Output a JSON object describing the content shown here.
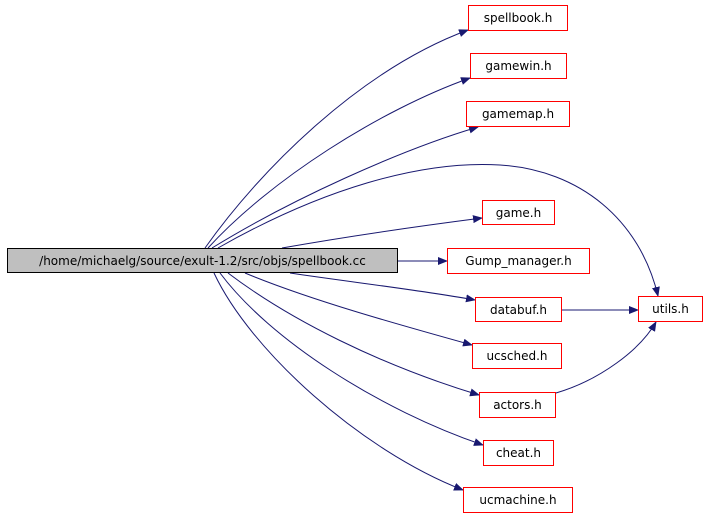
{
  "main_file": "/home/michaelg/source/exult-1.2/src/objs/spellbook.cc",
  "includes": {
    "spellbook": "spellbook.h",
    "gamewin": "gamewin.h",
    "gamemap": "gamemap.h",
    "game": "game.h",
    "gump_manager": "Gump_manager.h",
    "databuf": "databuf.h",
    "utils": "utils.h",
    "ucsched": "ucsched.h",
    "actors": "actors.h",
    "cheat": "cheat.h",
    "ucmachine": "ucmachine.h"
  },
  "colors": {
    "edge": "#191970",
    "node_border": "#ff0000",
    "main_fill": "#bfbfbf"
  }
}
